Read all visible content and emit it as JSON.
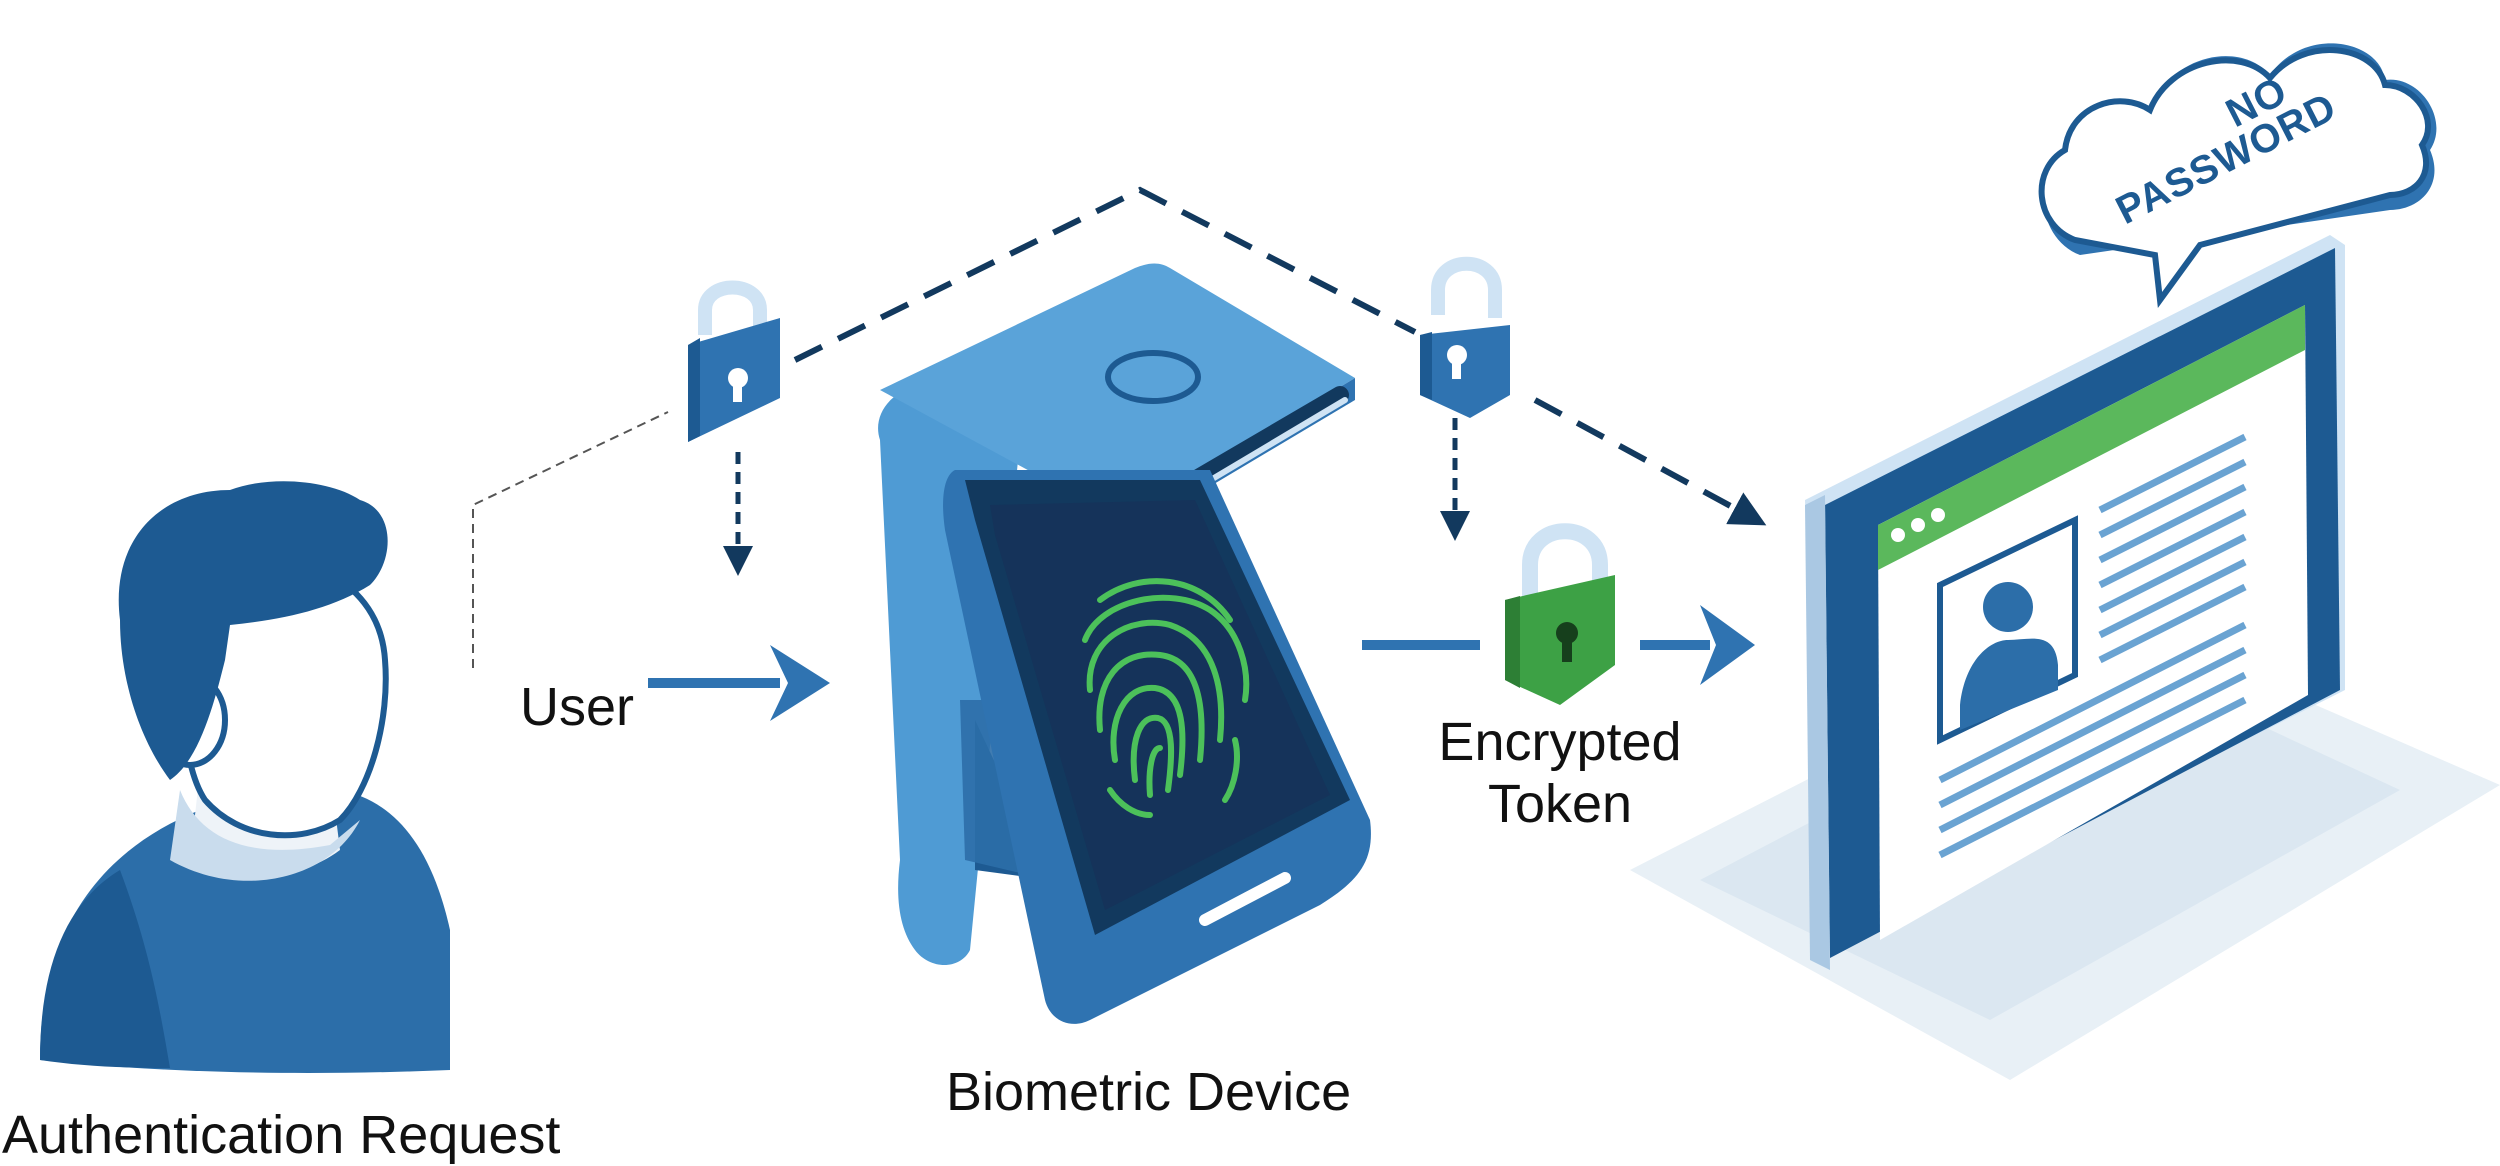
{
  "labels": {
    "user": "User",
    "authentication_request": "Authentication Request",
    "biometric_device": "Biometric Device",
    "encrypted_token_line1": "Encrypted",
    "encrypted_token_line2": "Token"
  },
  "cloud": {
    "line1": "NO",
    "line2": "PASSWORD"
  },
  "colors": {
    "navy": "#12395e",
    "dark_blue": "#1d5a92",
    "mid_blue": "#2f73b1",
    "light_blue": "#5aa3d9",
    "pale_blue": "#cfe3f4",
    "green": "#3da145",
    "fingerprint_green": "#4cc15a",
    "screen_dark": "#15335a"
  },
  "icons": [
    "user-avatar-icon",
    "padlock-icon",
    "fingerprint-icon",
    "cloud-icon",
    "profile-photo-icon"
  ]
}
